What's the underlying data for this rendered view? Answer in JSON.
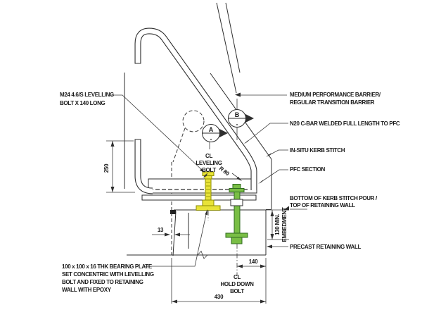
{
  "labels": {
    "m24_1": "M24 4.6/S LEVELLING",
    "m24_2": "BOLT X 140 LONG",
    "bearing_1": "100 x 100 x 16 THK BEARING PLATE",
    "bearing_2": "SET CONCENTRIC WITH LEVELLING",
    "bearing_3": "BOLT AND FIXED TO RETAINING",
    "bearing_4": "WALL WITH EPOXY",
    "medium_1": "MEDIUM PERFORMANCE BARRIER/",
    "medium_2": "REGULAR TRANSITION BARRIER",
    "n20": "N20 C-BAR WELDED FULL LENGTH TO PFC",
    "insitu": "IN-SITU KERB STITCH",
    "pfc": "PFC SECTION",
    "bottom_kerb_1": "BOTTOM OF KERB STITCH POUR /",
    "bottom_kerb_2": "TOP OF RETAINING WALL",
    "precast": "PRECAST RETAINING WALL",
    "cl_leveling_1": "CL",
    "cl_leveling_2": "LEVELING",
    "cl_leveling_3": "BOLT",
    "cl_hold_down_1": "CL",
    "cl_hold_down_2": "HOLD DOWN",
    "cl_hold_down_3": "BOLT",
    "radius": "R 80"
  },
  "dimensions": {
    "rail_height": "250",
    "gap": "13",
    "bolt_offset": "140",
    "wall_width": "430",
    "embedment_1": "130 MIN.",
    "embedment_2": "EMBEDMENT"
  },
  "markers": {
    "a": "A",
    "b": "B",
    "dash": "-"
  },
  "colors": {
    "line": "#2e2e2e",
    "levelling_bolt_yellow": "#e8e337",
    "levelling_bolt_outline": "#8b8b00",
    "hold_down_bolt_green": "#79be45",
    "hold_down_bolt_outline": "#2f6b1f"
  }
}
